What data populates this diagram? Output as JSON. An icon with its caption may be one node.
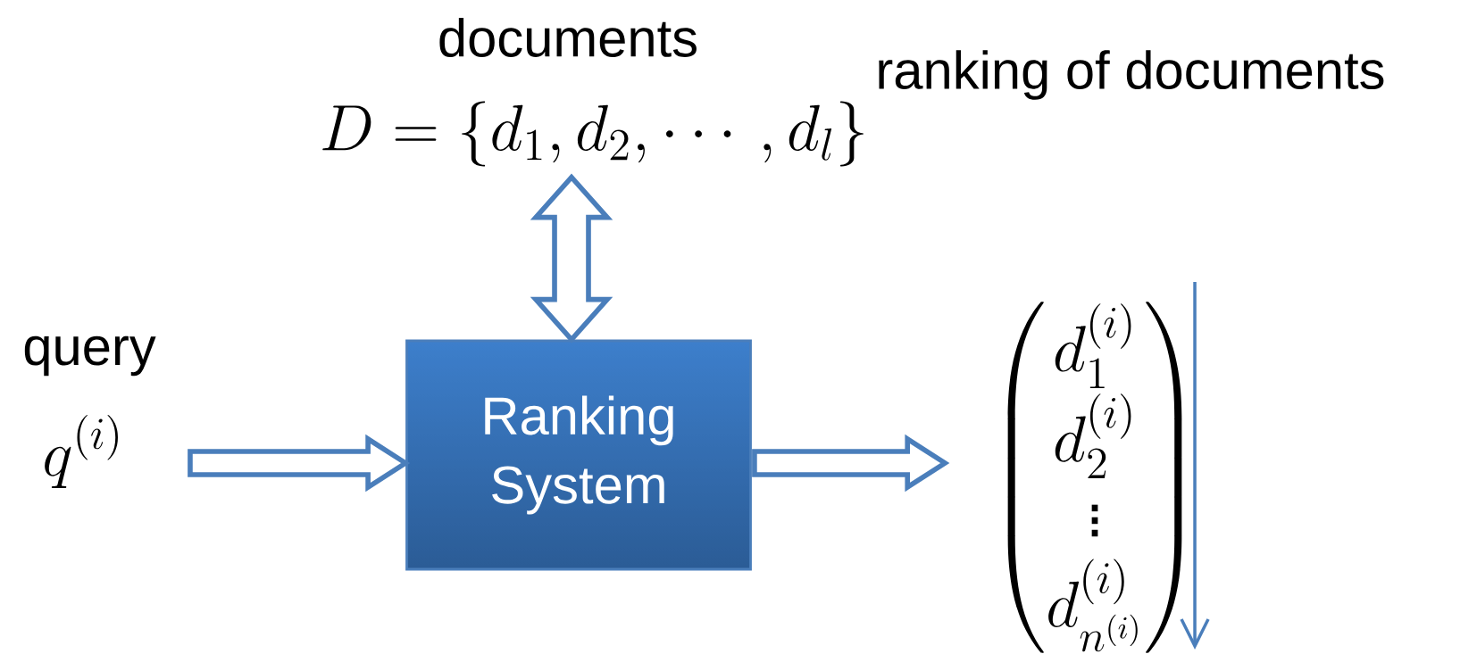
{
  "diagram": {
    "nodes": [
      {
        "text": [
          "query",
          "q^{(i)}"
        ]
      },
      {
        "text": [
          "Ranking System"
        ]
      },
      {
        "text": [
          "documents",
          "D=\\left\\{d_1,d_2,\\cdots,d_l\\right\\}"
        ]
      },
      {
        "text": [
          "ranking of documents",
          "\\begin{pmatrix} d_1^{(i)} \\\\ d_2^{(i)} \\\\ \\vdots \\\\ d_{n^{(i)}}^{(i)} \\end{pmatrix}"
        ]
      }
    ],
    "edges": [
      {
        "from": 0,
        "to": 1,
        "arrow": "to"
      },
      {
        "from": 2,
        "to": 1,
        "arrow": "both"
      },
      {
        "from": 1,
        "to": 3,
        "arrow": "to"
      }
    ]
  }
}
